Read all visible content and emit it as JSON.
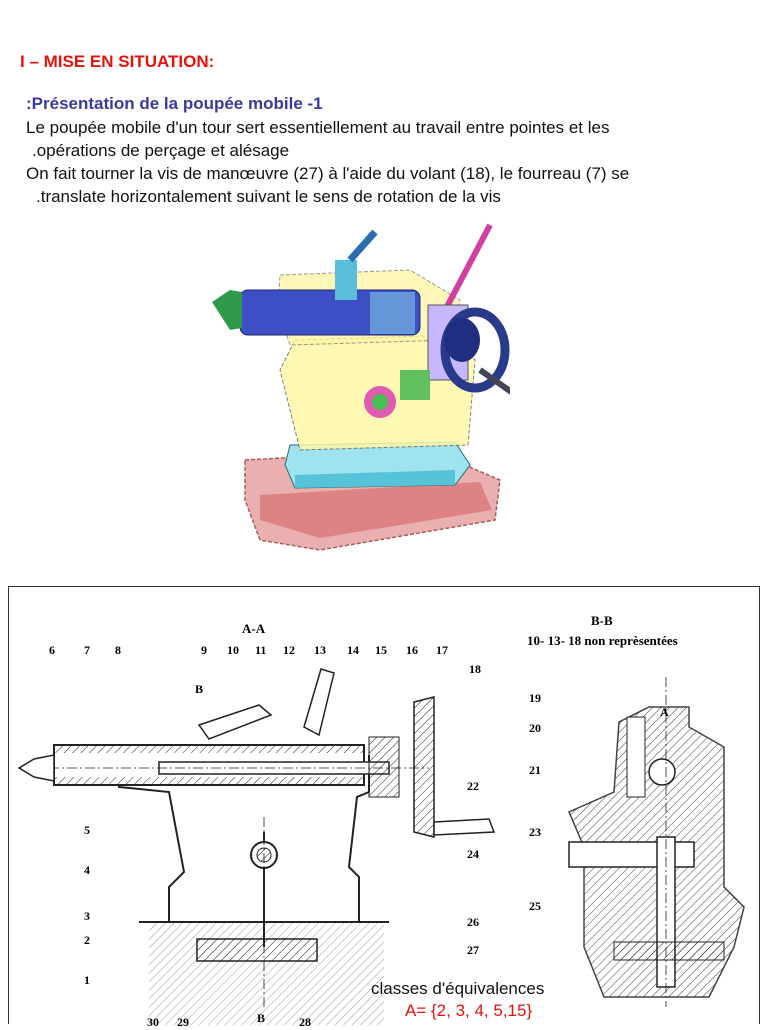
{
  "section_title": "I – MISE EN SITUATION:",
  "subtitle": ":Présentation de la poupée mobile -1",
  "paragraph": [
    "Le poupée mobile d'un tour sert essentiellement au travail entre pointes et les",
    ".opérations de perçage et alésage",
    "On fait tourner la vis de manœuvre (27) à l'aide du volant (18), le fourreau (7) se",
    ".translate horizontalement suivant le sens de rotation de la vis"
  ],
  "drawing": {
    "view_aa_title": "A-A",
    "view_bb_title": "B-B",
    "view_bb_note": "10- 13- 18 non reprèsentées",
    "section_letter_b": "B",
    "section_letter_a": "A",
    "part_numbers_top": [
      "6",
      "7",
      "8",
      "9",
      "10",
      "11",
      "12",
      "13",
      "14",
      "15",
      "16",
      "17",
      "18"
    ],
    "part_numbers_left": [
      "5",
      "4",
      "3",
      "2",
      "1"
    ],
    "part_numbers_right": [
      "22",
      "24",
      "26",
      "27"
    ],
    "part_numbers_bottom": [
      "30",
      "29",
      "28"
    ],
    "part_numbers_bb": [
      "19",
      "20",
      "21",
      "23",
      "25"
    ],
    "equivalence_title": "classes d'équivalences",
    "equivalence_a": "A= {2, 3, 4, 5,15}"
  },
  "colors": {
    "title_red": "#e3120b",
    "subtitle_blue": "#3a3a9e",
    "equivalence_red": "#e3120b"
  }
}
